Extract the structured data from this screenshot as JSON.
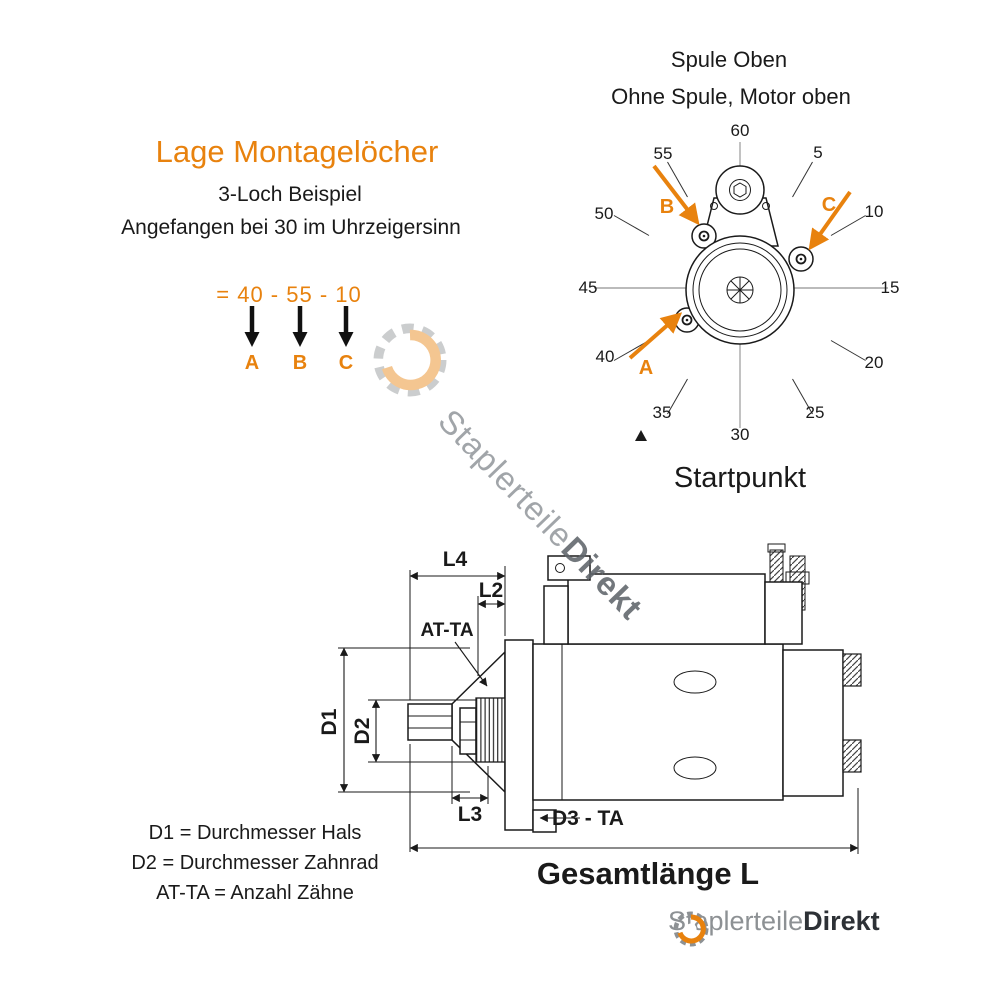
{
  "accent": "#e8820e",
  "left_panel": {
    "title": "Lage Montagelöcher",
    "subtitle": "3-Loch Beispiel",
    "note": "Angefangen bei 30 im Uhrzeigersinn",
    "formula": "= 40 - 55 - 10",
    "markers": {
      "a": "A",
      "b": "B",
      "c": "C"
    }
  },
  "dial": {
    "heading_line1": "Spule Oben",
    "heading_line2": "Ohne Spule, Motor oben",
    "start_label": "Startpunkt",
    "scale_labels": [
      "5",
      "10",
      "15",
      "20",
      "25",
      "30",
      "35",
      "40",
      "45",
      "50",
      "55",
      "60"
    ],
    "markers": {
      "a": "A",
      "b": "B",
      "c": "C"
    }
  },
  "side_view": {
    "dim_l4": "L4",
    "dim_l2": "L2",
    "dim_at_ta": "AT-TA",
    "dim_d1": "D1",
    "dim_d2": "D2",
    "dim_l3": "L3",
    "dim_d3": "D3 - TA",
    "dim_total": "Gesamtlänge L"
  },
  "legend": {
    "line1": "D1 = Durchmesser Hals",
    "line2": "D2 = Durchmesser Zahnrad",
    "line3": "AT-TA = Anzahl Zähne"
  },
  "brand": {
    "name_gray": "Staplerteile",
    "name_bold": "Direkt"
  }
}
